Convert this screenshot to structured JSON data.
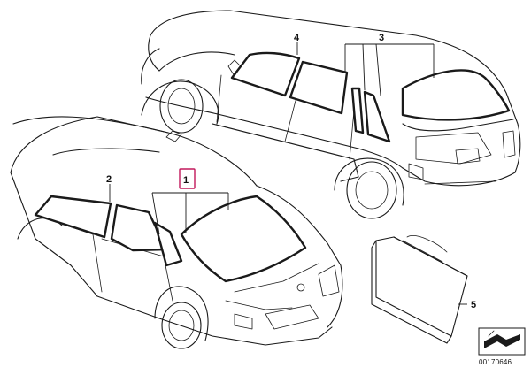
{
  "callouts": {
    "part1": "1",
    "part2": "2",
    "part3": "3",
    "part4": "4",
    "part5": "5"
  },
  "highlight_color": "#c2185b",
  "reference_code": "00170646",
  "icon": "page-turn-arrow-icon"
}
